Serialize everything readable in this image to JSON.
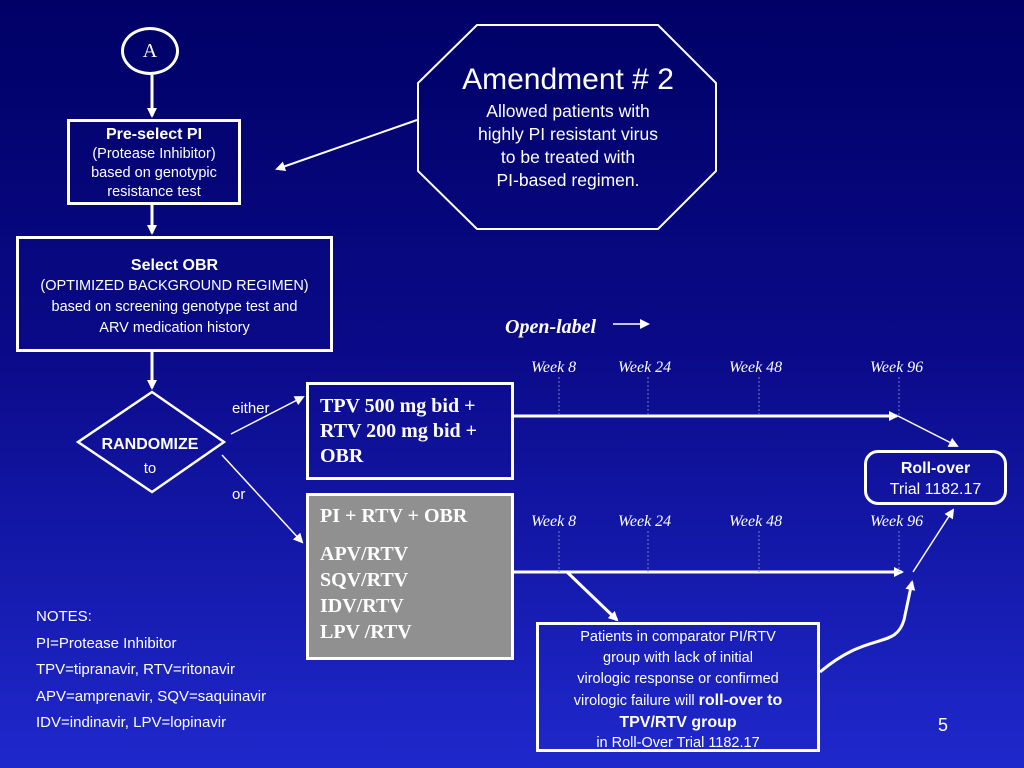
{
  "circle_label": "A",
  "preselect": {
    "title": "Pre-select PI",
    "line1": "(Protease Inhibitor)",
    "line2": "based on genotypic",
    "line3": "resistance test"
  },
  "obr": {
    "title": "Select OBR",
    "line1": "(OPTIMIZED BACKGROUND REGIMEN)",
    "line2": "based on screening genotype test and",
    "line3": "ARV medication history"
  },
  "amendment": {
    "title": "Amendment # 2",
    "line1": "Allowed patients with",
    "line2": "highly PI resistant virus",
    "line3": "to be treated with",
    "line4": "PI-based regimen."
  },
  "randomize": {
    "label": "RANDOMIZE",
    "to": "to",
    "either": "either",
    "or": "or"
  },
  "tpv_arm": {
    "line1": "TPV 500 mg bid +",
    "line2": "RTV 200 mg bid +",
    "line3": "OBR"
  },
  "pi_arm": {
    "line1": "PI + RTV + OBR",
    "line2": "APV/RTV",
    "line3": "SQV/RTV",
    "line4": "IDV/RTV",
    "line5": "LPV /RTV"
  },
  "open_label": "Open-label",
  "weeks_top": [
    "Week 8",
    "Week 24",
    "Week 48",
    "Week 96"
  ],
  "weeks_bottom": [
    "Week 8",
    "Week 24",
    "Week 48",
    "Week 96"
  ],
  "rollover": {
    "title": "Roll-over",
    "subtitle": "Trial 1182.17"
  },
  "comparator": {
    "line1": "Patients in comparator PI/RTV",
    "line2": "group with lack of initial",
    "line3": "virologic response or confirmed",
    "line4a": "virologic failure will ",
    "line4b": "roll-over to",
    "line5": "TPV/RTV group",
    "line6": "in Roll-Over Trial 1182.17"
  },
  "notes": [
    "NOTES:",
    "PI=Protease Inhibitor",
    "TPV=tipranavir, RTV=ritonavir",
    "APV=amprenavir, SQV=saquinavir",
    "IDV=indinavir, LPV=lopinavir"
  ],
  "page_number": "5"
}
